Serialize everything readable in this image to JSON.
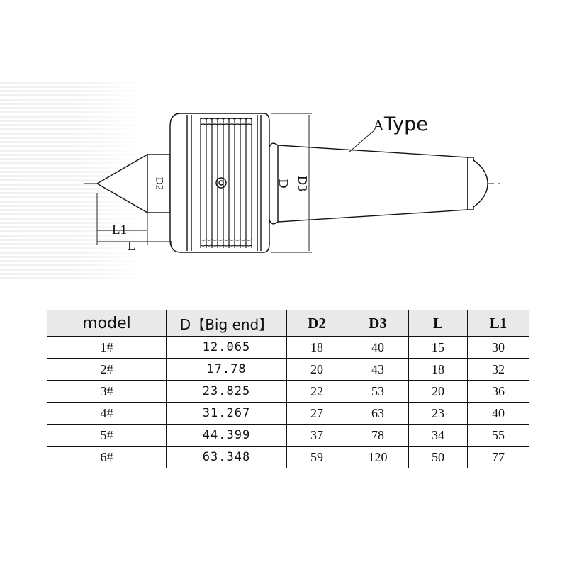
{
  "diagram": {
    "type_prefix": "A",
    "type_name": "Type",
    "dim_labels": {
      "d2": "D2",
      "d": "D",
      "d3": "D3",
      "l1": "L1",
      "l": "L"
    }
  },
  "table": {
    "headers": [
      "model",
      "D【Big end】",
      "D2",
      "D3",
      "L",
      "L1"
    ],
    "rows": [
      [
        "1#",
        "12.065",
        "18",
        "40",
        "15",
        "30"
      ],
      [
        "2#",
        "17.78",
        "20",
        "43",
        "18",
        "32"
      ],
      [
        "3#",
        "23.825",
        "22",
        "53",
        "20",
        "36"
      ],
      [
        "4#",
        "31.267",
        "27",
        "63",
        "23",
        "40"
      ],
      [
        "5#",
        "44.399",
        "37",
        "78",
        "34",
        "55"
      ],
      [
        "6#",
        "63.348",
        "59",
        "120",
        "50",
        "77"
      ]
    ]
  }
}
